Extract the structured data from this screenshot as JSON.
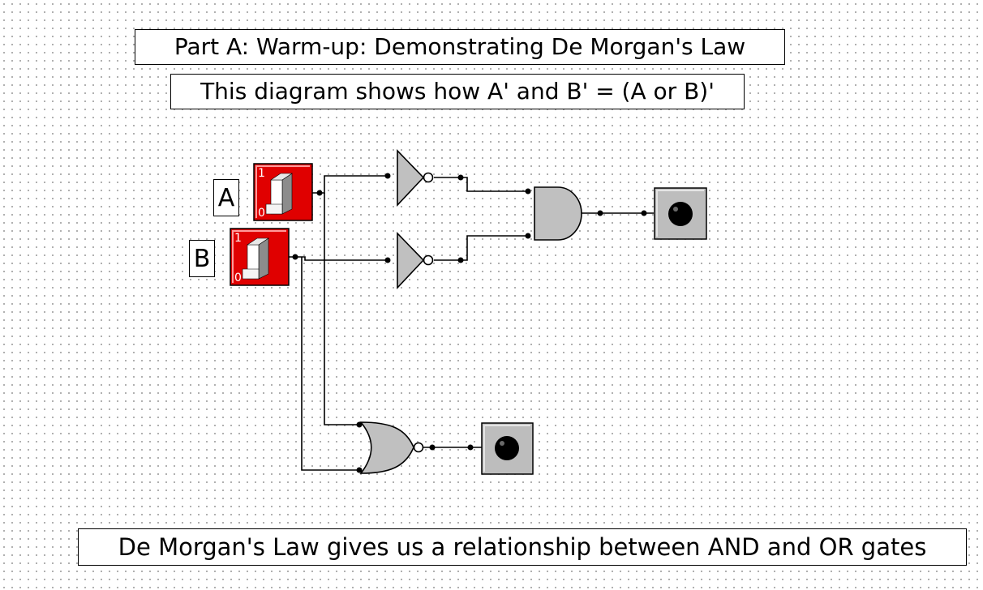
{
  "title": "Part A: Warm-up: Demonstrating De Morgan's Law",
  "subtitle": "This diagram shows how A' and B' = (A or B)'",
  "footer": "De Morgan's Law gives us a relationship between AND and OR gates",
  "inputs": {
    "a": {
      "label": "A",
      "switch_high": "1",
      "switch_low": "0"
    },
    "b": {
      "label": "B",
      "switch_high": "1",
      "switch_low": "0"
    }
  },
  "colors": {
    "switch": "#e00000",
    "gate": "#c0c0c0",
    "led": "#bdbdbd"
  }
}
